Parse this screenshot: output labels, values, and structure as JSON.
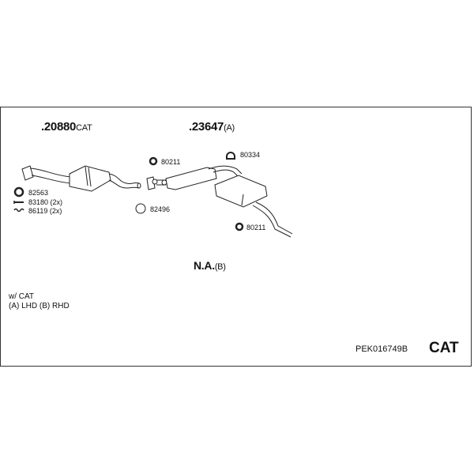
{
  "parts": {
    "p1": {
      "number": ".20880",
      "suffix": "CAT"
    },
    "p2": {
      "number": ".23647",
      "suffix": "(A)"
    }
  },
  "labels": {
    "l82563": "82563",
    "l83180": "83180 (2x)",
    "l86119": "86119 (2x)",
    "l80211a": "80211",
    "l82496": "82496",
    "l80334": "80334",
    "l80211b": "80211"
  },
  "na": {
    "number": "N.A.",
    "suffix": "(B)"
  },
  "notes": {
    "line1": "w/ CAT",
    "line2": "(A) LHD (B) RHD"
  },
  "reference": "PEK016749B",
  "category": "CAT"
}
